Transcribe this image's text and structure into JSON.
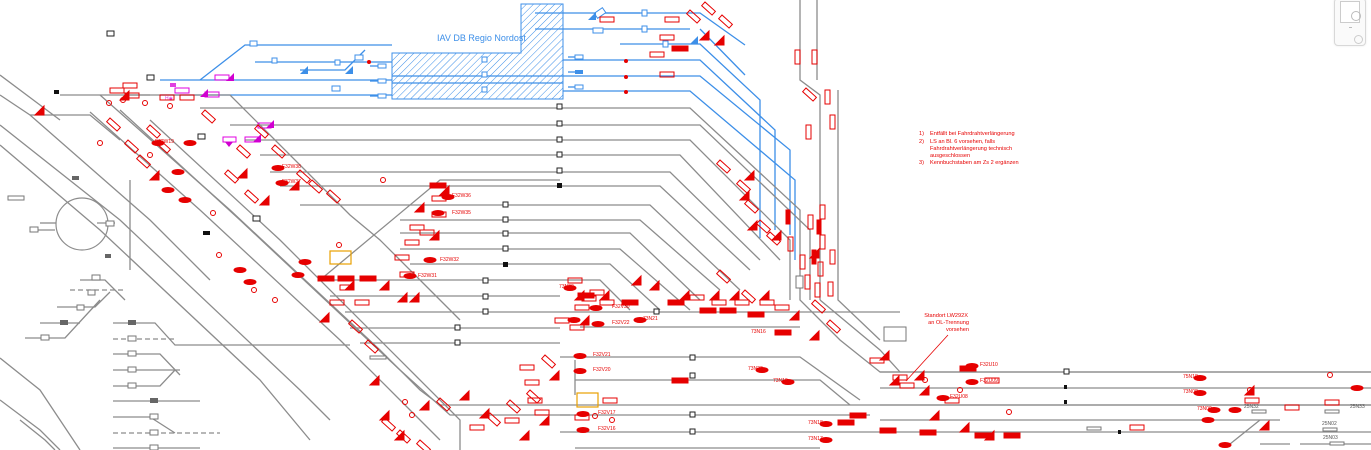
{
  "diagram": {
    "type": "railway-track-signalling-plan",
    "region_label": "IAV DB Regio Nordost",
    "notes": [
      {
        "num": "1)",
        "text": "Entfällt bei Fahrdrahtverlängerung"
      },
      {
        "num": "2)",
        "text": "LS an Bl. 6 vorsehen, falls"
      },
      {
        "num": "",
        "text": "Fahrdrahtverlängerung technisch"
      },
      {
        "num": "",
        "text": "ausgeschlossen"
      },
      {
        "num": "3)",
        "text": "Kennbuchstaben am Zs 2 ergänzen"
      }
    ],
    "callout": [
      "Standort LW292X",
      "an OL-Trennung",
      "vorsehen"
    ],
    "signal_labels": [
      "F32W36",
      "F32W35",
      "F32W32",
      "F32W31",
      "F32V30",
      "F32V22",
      "F32V21",
      "F32V20",
      "F32V17",
      "F32V16",
      "F32W38",
      "F32W37",
      "F32W19",
      "F32U10",
      "F32U09",
      "F32U08"
    ],
    "track_labels": [
      "73N20",
      "73N21",
      "73N22",
      "73N19",
      "73N18",
      "73N17",
      "73N16",
      "75N18",
      "73N08",
      "73N09",
      "25N32",
      "25N33",
      "25N02",
      "25N03"
    ],
    "colors": {
      "track": "#8c8c8c",
      "track_region": "#3d8fe8",
      "signal": "#e60000",
      "special": "#e000e0",
      "platform_box": "#e8a000"
    }
  },
  "navigator": {
    "icon": "minimap-icon"
  }
}
